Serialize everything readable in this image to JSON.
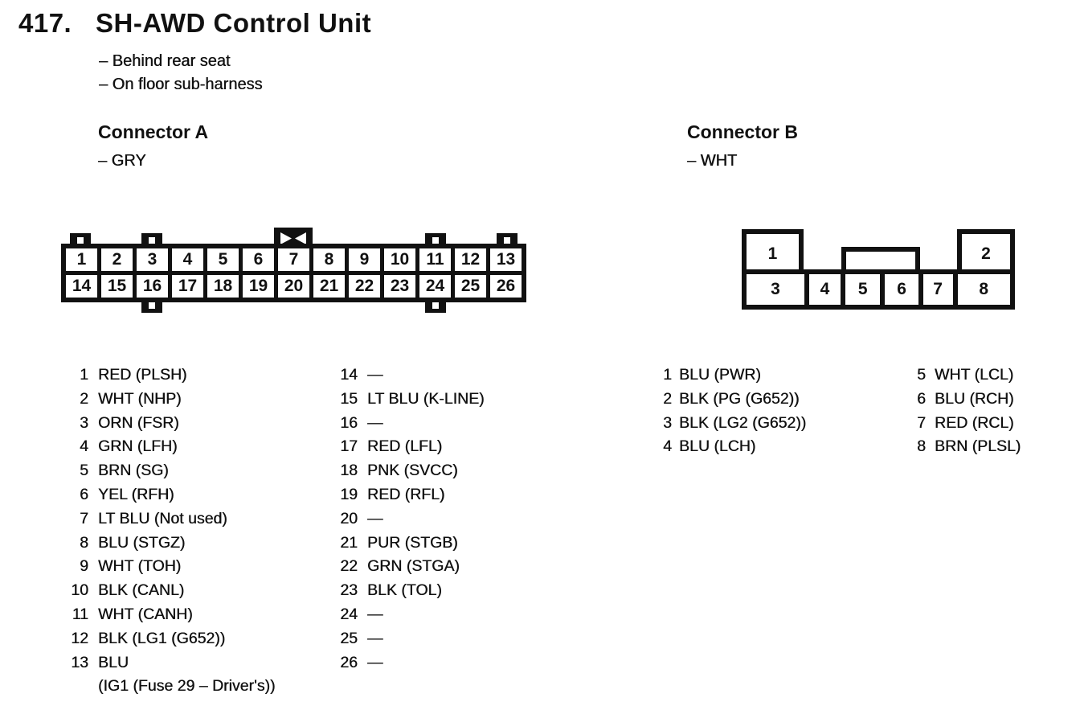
{
  "page": {
    "number": "417.",
    "title": "SH-AWD Control Unit",
    "notes": [
      "– Behind rear seat",
      "– On floor sub-harness"
    ]
  },
  "colors": {
    "ink": "#111111",
    "paper": "#ffffff"
  },
  "connector_a": {
    "title": "Connector A",
    "color_note": "– GRY",
    "top_row": [
      "1",
      "2",
      "3",
      "4",
      "5",
      "6",
      "7",
      "8",
      "9",
      "10",
      "11",
      "12",
      "13"
    ],
    "bottom_row": [
      "14",
      "15",
      "16",
      "17",
      "18",
      "19",
      "20",
      "21",
      "22",
      "23",
      "24",
      "25",
      "26"
    ],
    "pins_left": [
      {
        "pin": "1",
        "label": "RED (PLSH)"
      },
      {
        "pin": "2",
        "label": "WHT (NHP)"
      },
      {
        "pin": "3",
        "label": "ORN (FSR)"
      },
      {
        "pin": "4",
        "label": "GRN (LFH)"
      },
      {
        "pin": "5",
        "label": "BRN (SG)"
      },
      {
        "pin": "6",
        "label": "YEL (RFH)"
      },
      {
        "pin": "7",
        "label": "LT BLU (Not used)"
      },
      {
        "pin": "8",
        "label": "BLU (STGZ)"
      },
      {
        "pin": "9",
        "label": "WHT (TOH)"
      },
      {
        "pin": "10",
        "label": "BLK (CANL)"
      },
      {
        "pin": "11",
        "label": "WHT (CANH)"
      },
      {
        "pin": "12",
        "label": "BLK (LG1 (G652))"
      },
      {
        "pin": "13",
        "label": "BLU",
        "label2": "(IG1 (Fuse 29 – Driver's))"
      }
    ],
    "pins_right": [
      {
        "pin": "14",
        "label": "—"
      },
      {
        "pin": "15",
        "label": "LT BLU (K-LINE)"
      },
      {
        "pin": "16",
        "label": "—"
      },
      {
        "pin": "17",
        "label": "RED (LFL)"
      },
      {
        "pin": "18",
        "label": "PNK (SVCC)"
      },
      {
        "pin": "19",
        "label": "RED (RFL)"
      },
      {
        "pin": "20",
        "label": "—"
      },
      {
        "pin": "21",
        "label": "PUR (STGB)"
      },
      {
        "pin": "22",
        "label": "GRN (STGA)"
      },
      {
        "pin": "23",
        "label": "BLK (TOL)"
      },
      {
        "pin": "24",
        "label": "—"
      },
      {
        "pin": "25",
        "label": "—"
      },
      {
        "pin": "26",
        "label": "—"
      }
    ]
  },
  "connector_b": {
    "title": "Connector B",
    "color_note": "– WHT",
    "top_pins": [
      "1",
      "2"
    ],
    "bottom_pins": [
      "3",
      "4",
      "5",
      "6",
      "7",
      "8"
    ],
    "pins_left": [
      {
        "pin": "1",
        "label": "BLU (PWR)"
      },
      {
        "pin": "2",
        "label": "BLK (PG (G652))"
      },
      {
        "pin": "3",
        "label": "BLK (LG2 (G652))"
      },
      {
        "pin": "4",
        "label": "BLU (LCH)"
      }
    ],
    "pins_right": [
      {
        "pin": "5",
        "label": "WHT (LCL)"
      },
      {
        "pin": "6",
        "label": "BLU (RCH)"
      },
      {
        "pin": "7",
        "label": "RED (RCL)"
      },
      {
        "pin": "8",
        "label": "BRN (PLSL)"
      }
    ]
  }
}
